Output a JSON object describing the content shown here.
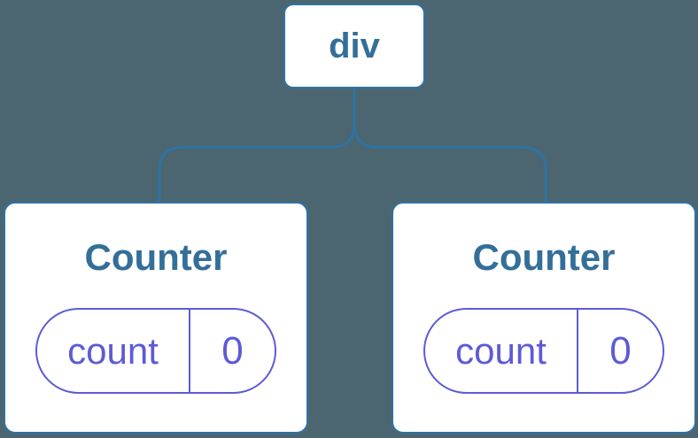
{
  "colors": {
    "background": "#4B6671",
    "node-border": "#2E73A4",
    "node-text": "#336F99",
    "node-fill": "#FFFFFF",
    "state-accent": "#5D5BD5"
  },
  "tree": {
    "root": {
      "label": "div"
    },
    "children": [
      {
        "title": "Counter",
        "state_key": "count",
        "state_value": "0"
      },
      {
        "title": "Counter",
        "state_key": "count",
        "state_value": "0"
      }
    ]
  }
}
